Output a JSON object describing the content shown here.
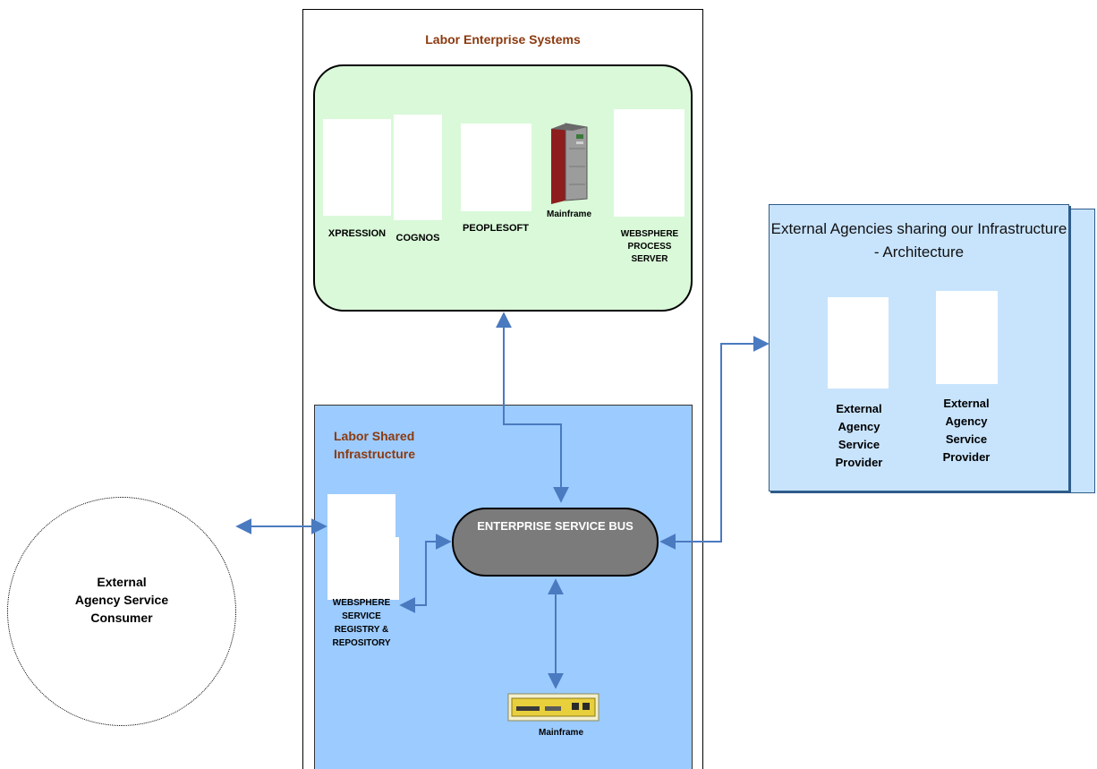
{
  "enterprise": {
    "title": "Labor Enterprise Systems",
    "systems": {
      "xpression": "XPRESSION",
      "cognos": "COGNOS",
      "peoplesoft": "PEOPLESOFT",
      "mainframe": "Mainframe",
      "websphere_process_server": [
        "WEBSPHERE",
        "PROCESS",
        "SERVER"
      ]
    }
  },
  "shared": {
    "title": [
      "Labor Shared",
      "Infrastructure"
    ],
    "esb_label": "ENTERPRISE SERVICE BUS",
    "registry_label": [
      "WEBSPHERE",
      "SERVICE",
      "REGISTRY &",
      "REPOSITORY"
    ],
    "mainframe_label": "Mainframe"
  },
  "external": {
    "title": [
      "External Agencies sharing our Infrastructure",
      "- Architecture"
    ],
    "providers": [
      [
        "External",
        "Agency",
        "Service",
        "Provider"
      ],
      [
        "External",
        "Agency",
        "Service",
        "Provider"
      ]
    ]
  },
  "consumer": {
    "label": [
      "External",
      "Agency Service",
      "Consumer"
    ]
  },
  "colors": {
    "title_text": "#8b3a0f",
    "green_panel": "#d9f9d9",
    "blue_panel": "#9ccbff",
    "external_panel": "#c8e4fd",
    "esb_fill": "#7b7b7b",
    "arrow": "#4a7ac0"
  },
  "icons": [
    "mainframe-tower-icon",
    "mainframe-appliance-icon"
  ]
}
